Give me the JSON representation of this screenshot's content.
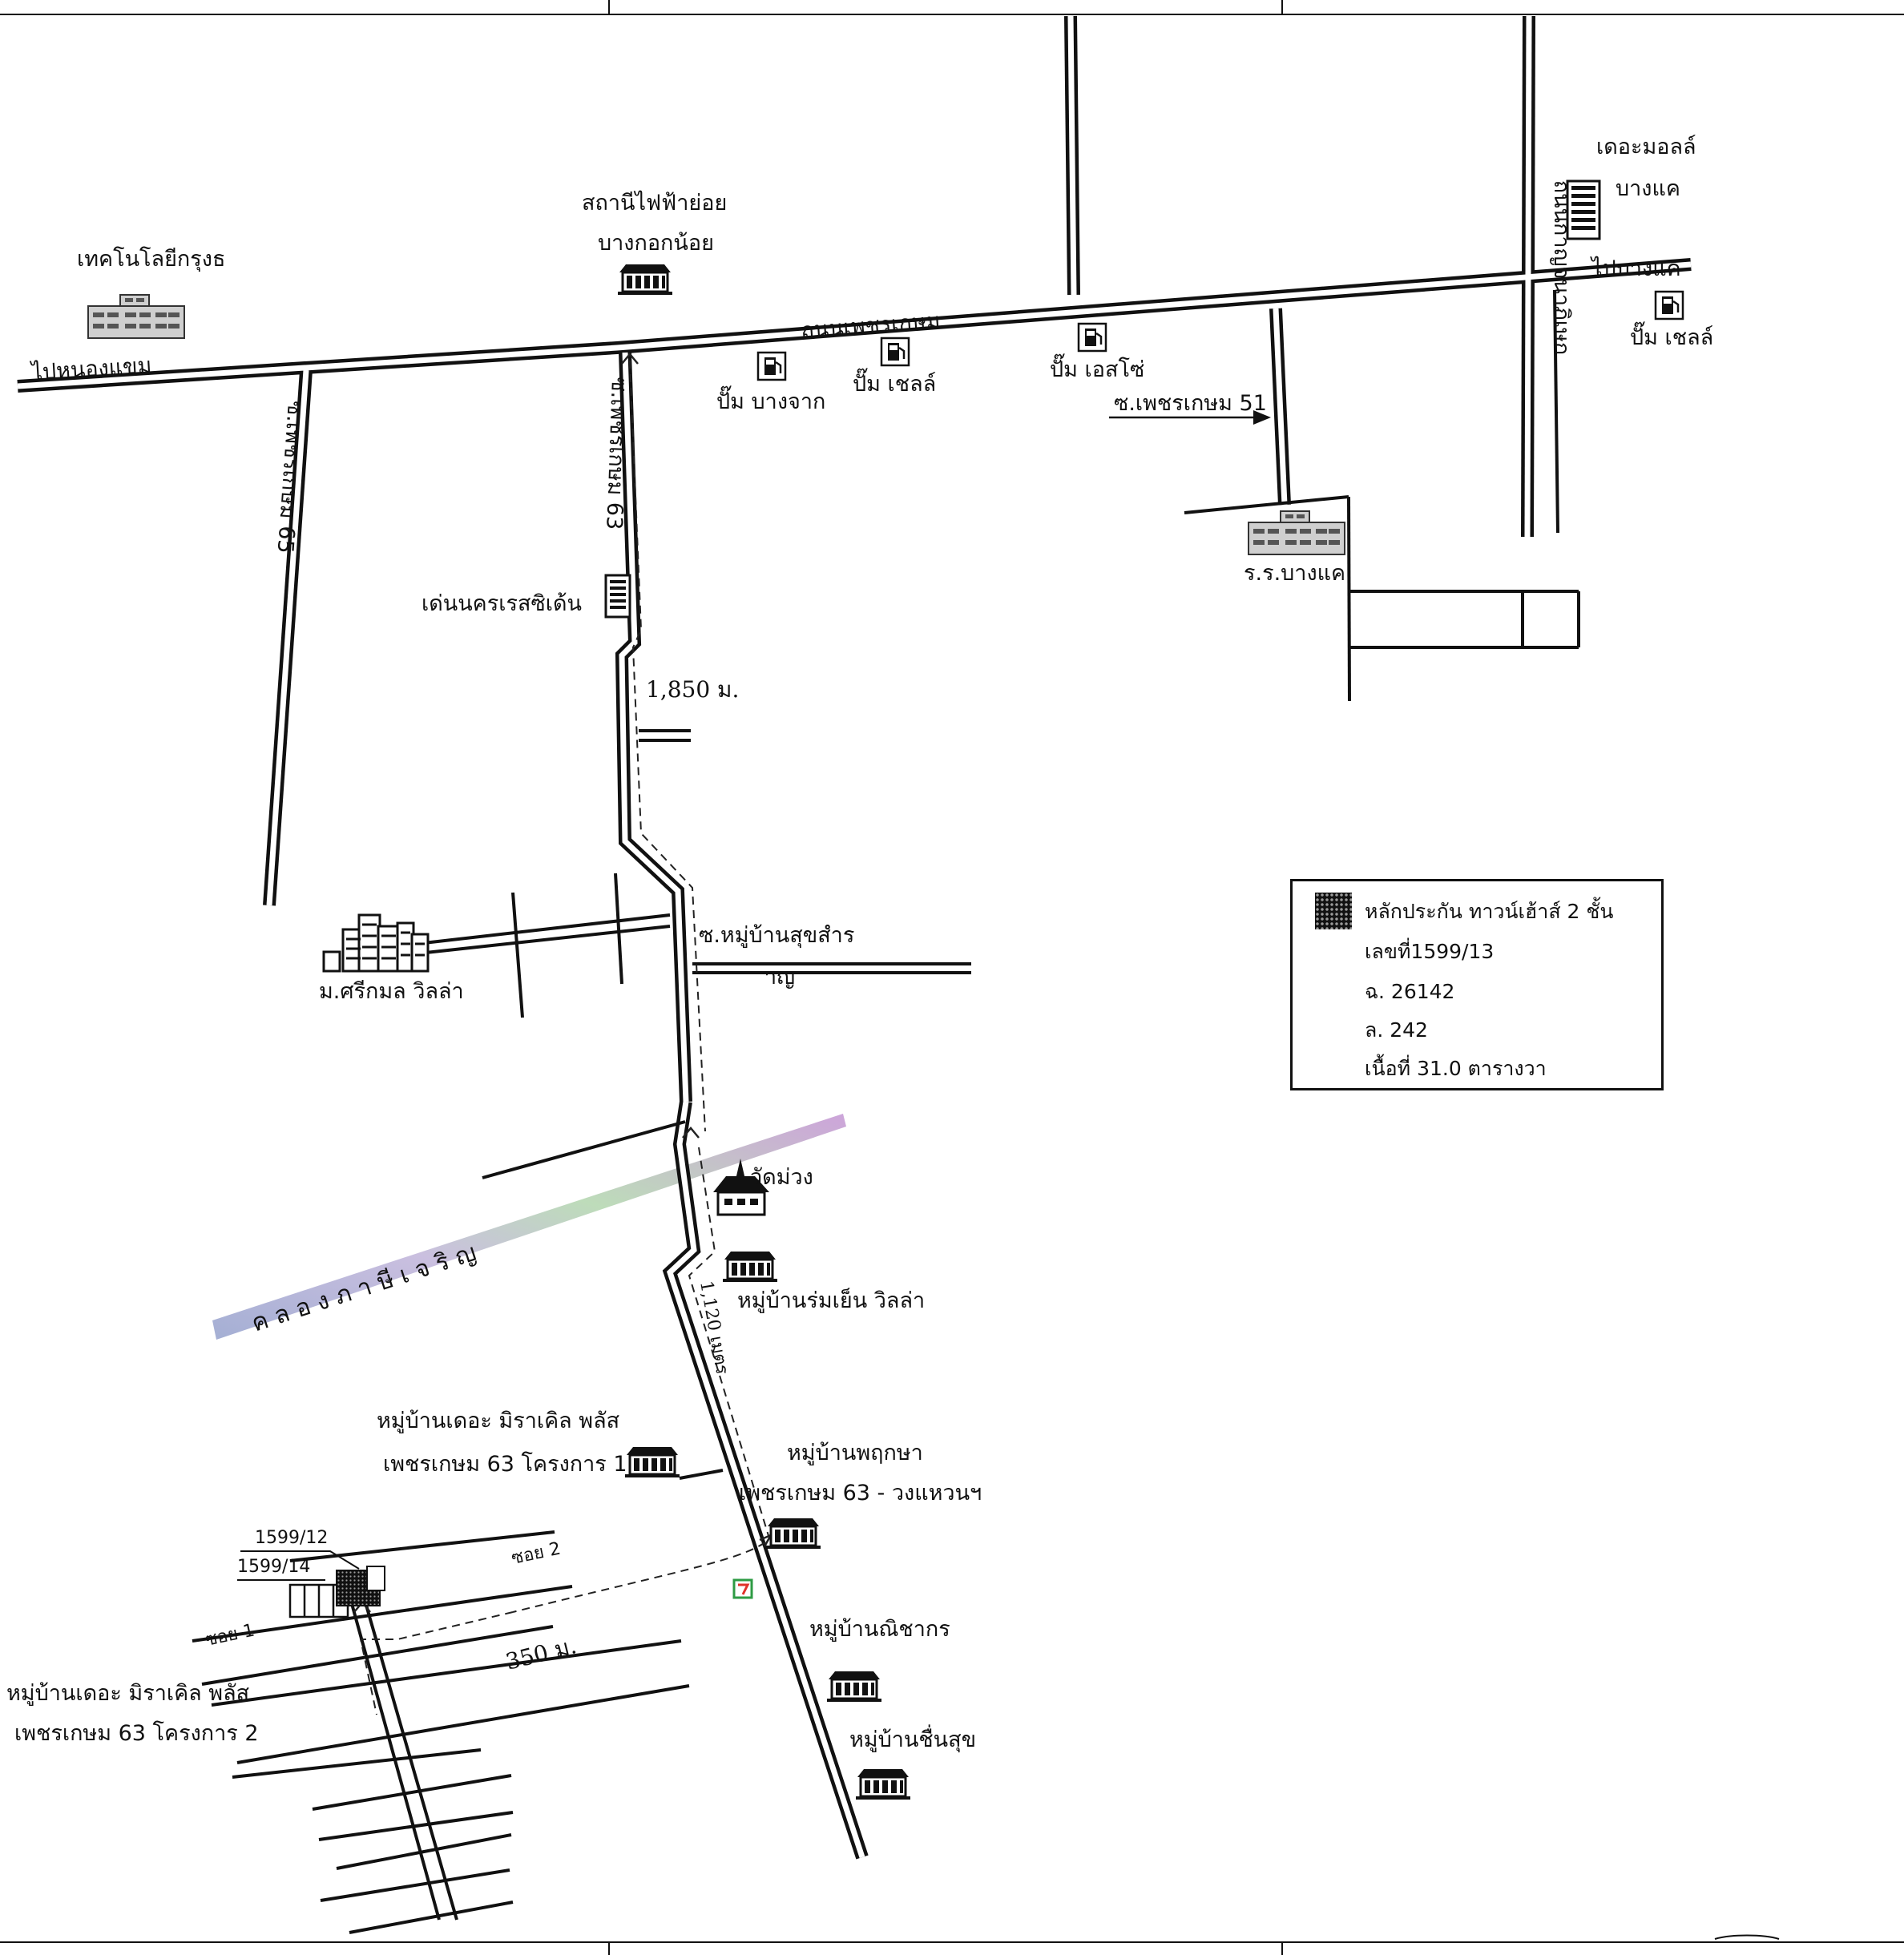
{
  "roads": {
    "main_road": "ถนนเพชรเกษม",
    "kanchanaphisek": "ถนนกาญจนาภิเษก",
    "to_bang_khae": "ไปบางแค",
    "to_nong_khaem": "ไปหนองแขม",
    "soi_65": "ซ.เพชรเกษม 65",
    "soi_63": "ซ.เพชรเกษม 63",
    "soi_51": "ซ.เพชรเกษม 51",
    "soi_suksamran_1": "ซ.หมู่บ้านสุขสำร",
    "soi_suksamran_2": "าญ",
    "soi_1": "ซอย 1",
    "soi_2": "ซอย 2"
  },
  "canal": {
    "name": "ค ล อ ง ภ า ษี เ จ ริ ญ"
  },
  "distances": {
    "d1": "1,850 ม.",
    "d2": "1,120 เมตร",
    "d3": "350 ม."
  },
  "landmarks": {
    "the_mall_1": "เดอะมอลล์",
    "the_mall_2": "บางแค",
    "substation_1": "สถานีไฟฟ้าย่อย",
    "substation_2": "บางกอกน้อย",
    "tech_krungthep": "เทคโนโลยีกรุงธ",
    "bangchak": "ปั๊ม บางจาก",
    "shell_1": "ปั๊ม เชลล์",
    "esso": "ปั๊ม เอสโซ่",
    "shell_2": "ปั๊ม เชลล์",
    "bang_khae_school": "ร.ร.บางแค",
    "dane_nakorn": "เด่นนครเรสซิเด้น",
    "srikamol": "ม.ศรีกมล วิลล่า",
    "wat_muang": "วัดม่วง",
    "romyen": "หมู่บ้านร่มเย็น วิลล่า",
    "miracle_1_a": "หมู่บ้านเดอะ มิราเคิล พลัส",
    "miracle_1_b": "เพชรเกษม 63 โครงการ 1",
    "pruksa_a": "หมู่บ้านพฤกษา",
    "pruksa_b": "เพชรเกษม 63 - วงแหวนฯ",
    "nichakorn": "หมู่บ้านณิชากร",
    "chuensuk": "หมู่บ้านชื่นสุข",
    "miracle_2_a": "หมู่บ้านเดอะ มิราเคิล พลัส",
    "miracle_2_b": "เพชรเกษม 63 โครงการ 2"
  },
  "plots": {
    "neighbor_1": "1599/12",
    "neighbor_2": "1599/14"
  },
  "legend": {
    "line1": "หลักประกัน ทาวน์เฮ้าส์ 2 ชั้น",
    "line2": "เลขที่1599/13",
    "line3": "ฉ. 26142",
    "line4": "ล. 242",
    "line5": "เนื้อที่ 31.0 ตารางวา"
  },
  "colors": {
    "ink": "#111111",
    "canal_start": "#9aa6cf",
    "canal_mid": "#b6d8b2",
    "canal_end": "#c79ad6",
    "seven_eleven_green": "#2e9b44",
    "seven_eleven_red": "#e0322a"
  }
}
